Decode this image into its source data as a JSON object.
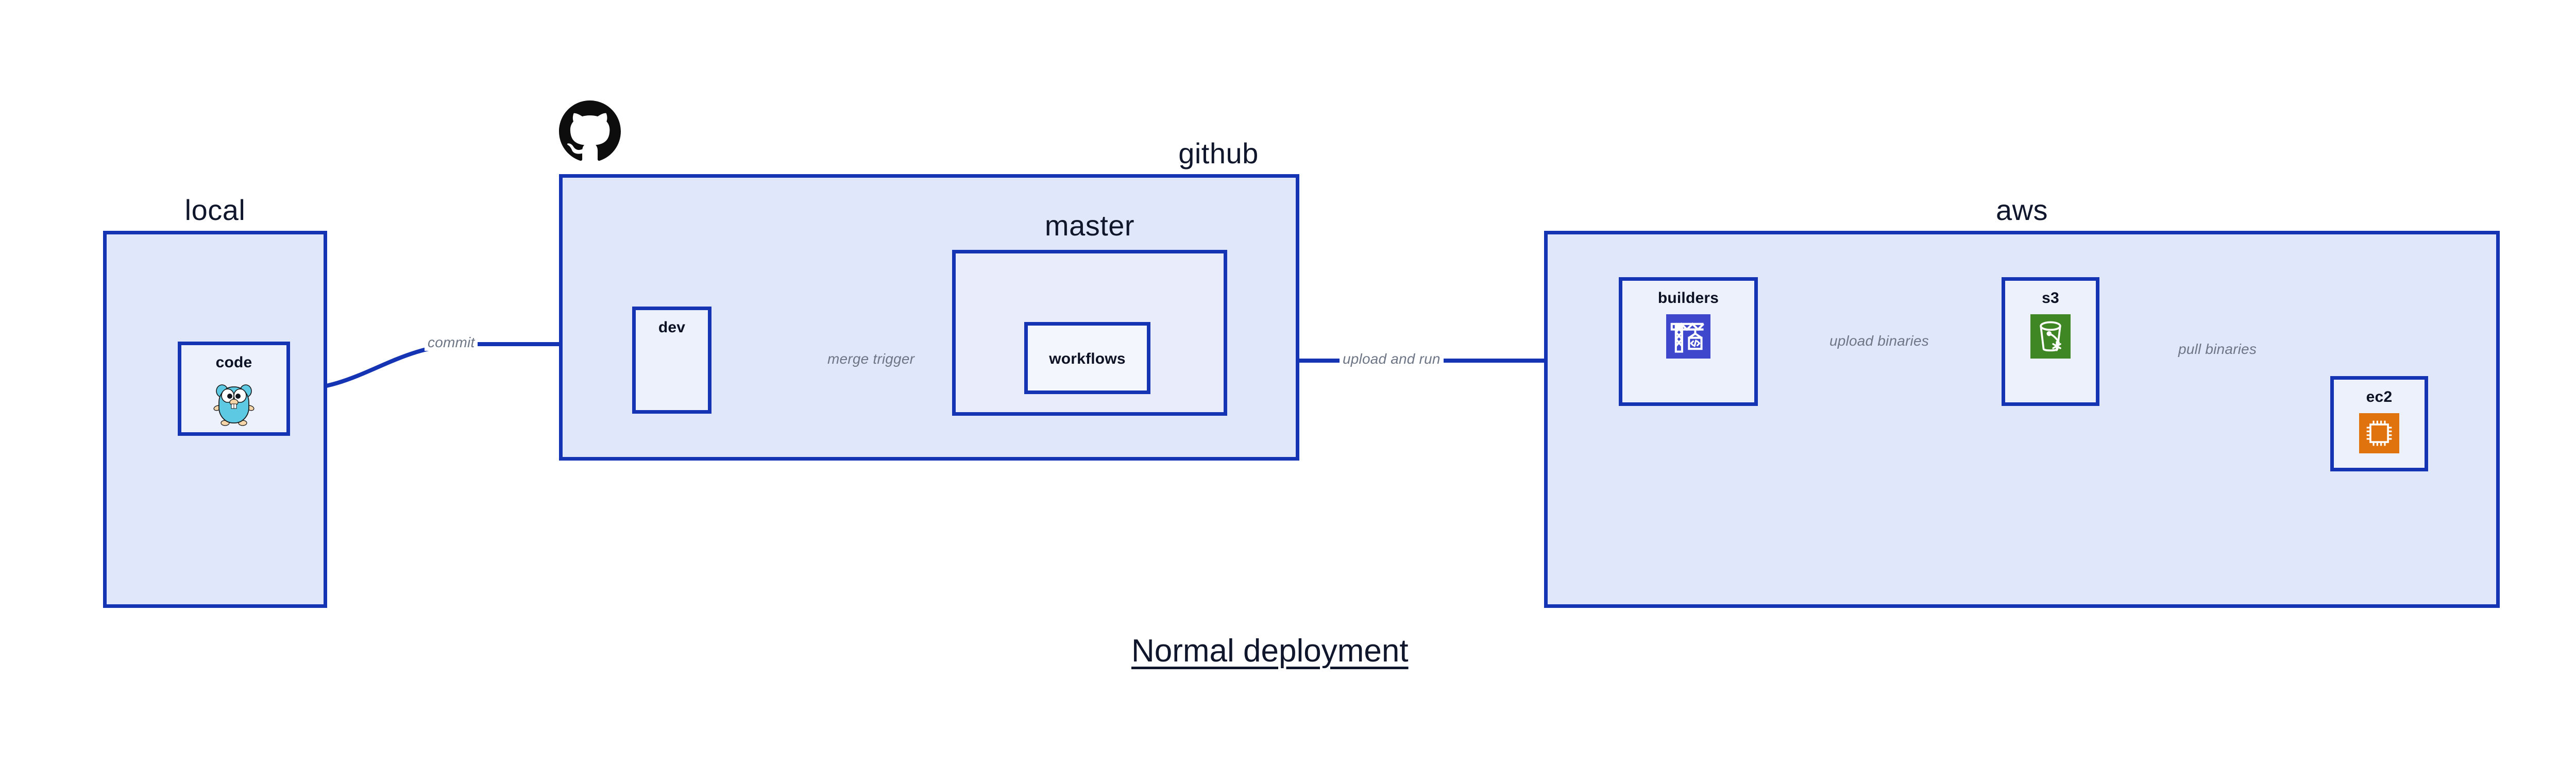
{
  "diagram": {
    "title": "Normal deployment",
    "accent_border": "#1434B4",
    "group_fill": "#E1E7FA",
    "sub_fill": "#E9EDFB",
    "node_fill": "#EDF1FC",
    "label_color": "#6E7685",
    "text_color": "#10162B",
    "background": "#FFFFFF"
  },
  "groups": {
    "local": {
      "label": "local"
    },
    "github": {
      "label": "github",
      "logo": "github-octocat-logo"
    },
    "master": {
      "label": "master"
    },
    "aws": {
      "label": "aws"
    }
  },
  "nodes": {
    "code": {
      "label": "code",
      "icon": "go-gopher-icon",
      "icon_color": "#5DC9E2"
    },
    "dev": {
      "label": "dev",
      "icon": null
    },
    "workflows": {
      "label": "workflows",
      "icon": null
    },
    "builders": {
      "label": "builders",
      "icon": "aws-codebuild-icon",
      "icon_color": "#3F48CC"
    },
    "s3": {
      "label": "s3",
      "icon": "aws-s3-bucket-icon",
      "icon_color": "#3F8624"
    },
    "ec2": {
      "label": "ec2",
      "icon": "aws-ec2-chip-icon",
      "icon_color": "#E0730E"
    }
  },
  "edges": [
    {
      "id": "commit",
      "label": "commit",
      "from": "code",
      "to": "dev"
    },
    {
      "id": "merge-trigger",
      "label": "merge trigger",
      "from": "dev",
      "to": "workflows"
    },
    {
      "id": "upload-and-run",
      "label": "upload and run",
      "from": "workflows",
      "to": "builders"
    },
    {
      "id": "upload-binaries",
      "label": "upload binaries",
      "from": "builders",
      "to": "s3"
    },
    {
      "id": "pull-binaries",
      "label": "pull binaries",
      "from": "s3",
      "to": "ec2"
    }
  ]
}
